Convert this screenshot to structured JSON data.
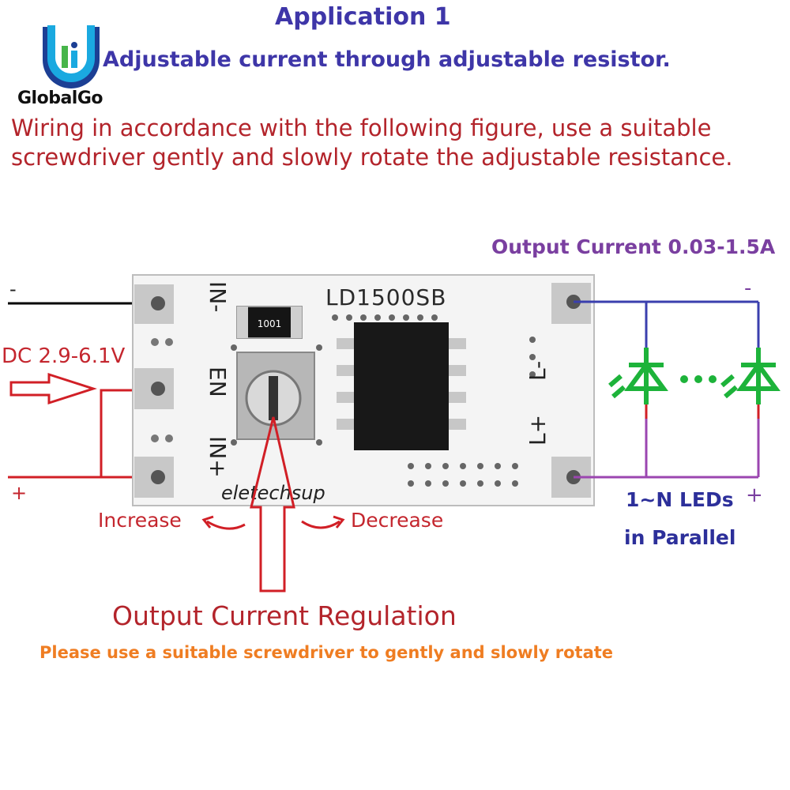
{
  "brand": {
    "name": "GlobalGo",
    "logo_icon": "globalgo-logo-icon",
    "colors": {
      "cyan": "#1aa9e0",
      "green": "#47b54a",
      "navy": "#1c3f94"
    }
  },
  "header": {
    "title": "Application 1",
    "subtitle": "Adjustable current through adjustable resistor."
  },
  "description": "Wiring in accordance with the following figure, use a suitable screwdriver gently and slowly rotate the adjustable resistance.",
  "board": {
    "model": "LD1500SB",
    "maker": "eletechsup",
    "resistor_code": "1001",
    "pins_left": [
      "IN-",
      "EN",
      "IN+"
    ],
    "pins_right": [
      "L-",
      "L+"
    ],
    "board_color": "#f4f4f4"
  },
  "input": {
    "minus": "-",
    "plus": "+",
    "voltage": "DC 2.9-6.1V"
  },
  "output": {
    "current_range": "Output Current 0.03-1.5A",
    "minus": "-",
    "plus": "+",
    "leds_line1": "1~N LEDs",
    "leds_line2": "in Parallel"
  },
  "adjust": {
    "increase": "Increase",
    "decrease": "Decrease",
    "regulation": "Output Current Regulation",
    "hint": "Please use a suitable screwdriver to gently and slowly rotate"
  },
  "colors": {
    "wire_red": "#d11f26",
    "wire_blue": "#3a3fae",
    "wire_purple": "#9b46b0",
    "led_green": "#1db33a",
    "title_blue": "#3e36a8",
    "text_red": "#b3242b"
  }
}
